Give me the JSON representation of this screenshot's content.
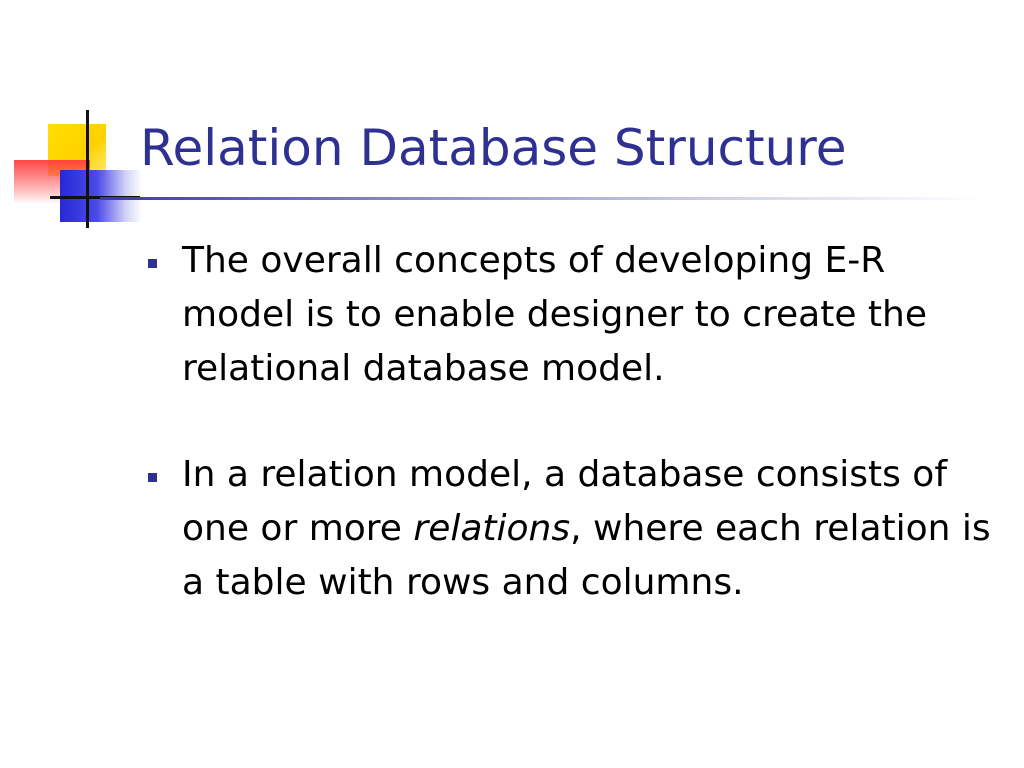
{
  "slide": {
    "title": "Relation Database Structure",
    "bullets": [
      {
        "text": "The overall concepts of developing E-R model is to enable designer to create the relational database model."
      },
      {
        "before": "In a relation model, a database consists of one or more ",
        "emphasis": "relations",
        "after": ", where each relation is a table with rows and columns."
      }
    ]
  },
  "colors": {
    "title": "#2e3192",
    "bullet_marker": "#2e3192",
    "logo_yellow": "#ffd000",
    "logo_red": "#ff3c3c",
    "logo_blue": "#2828d8"
  },
  "icons": {
    "logo": "color-squares-logo-icon",
    "bullet": "square-bullet-icon"
  }
}
